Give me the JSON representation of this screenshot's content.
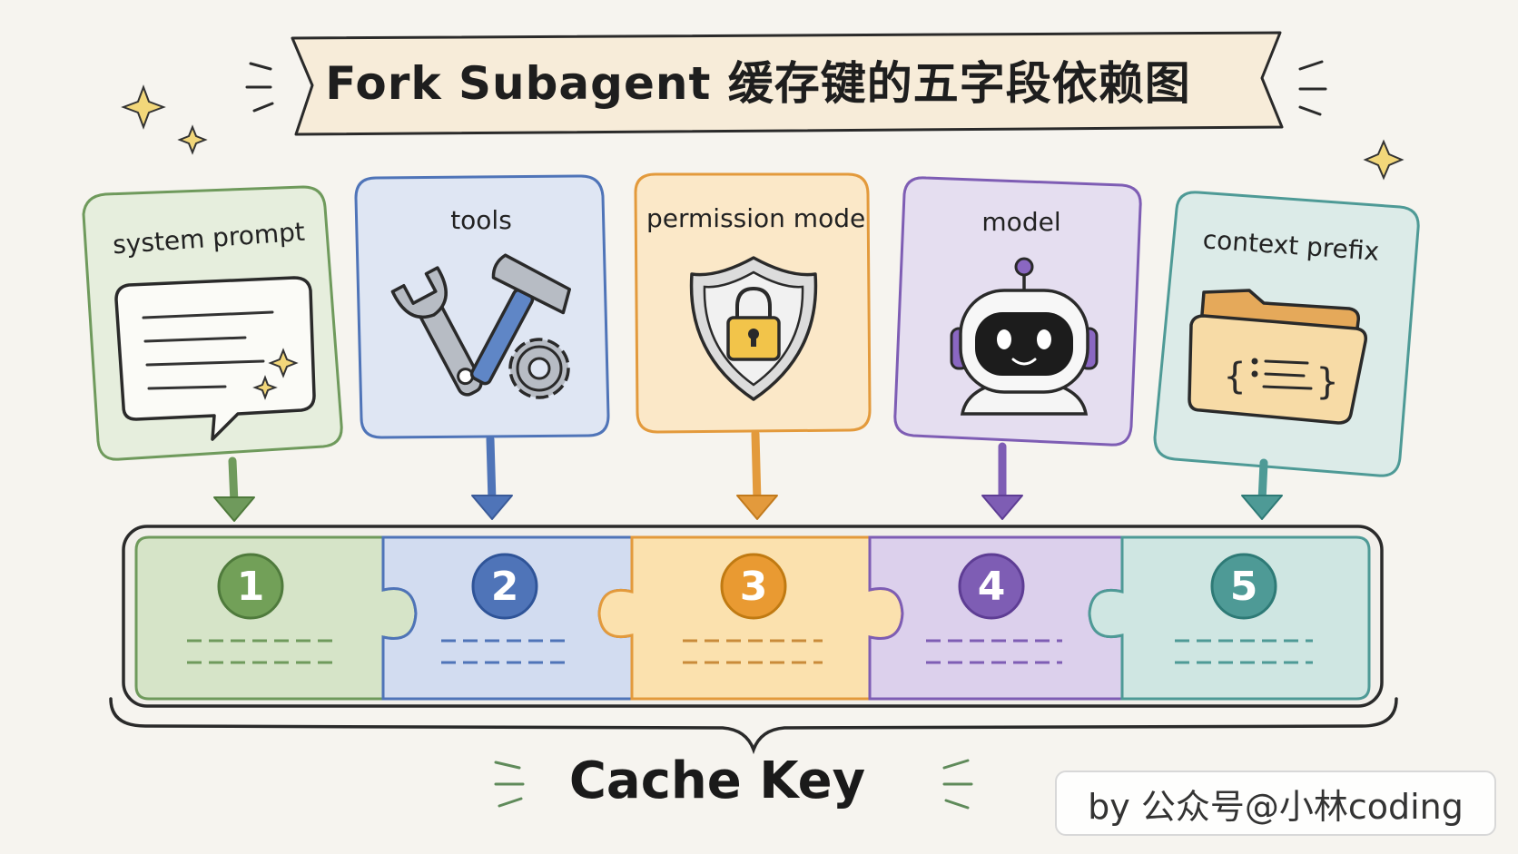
{
  "title": "Fork Subagent 缓存键的五字段依赖图",
  "fields": [
    {
      "label": "system prompt",
      "number": "1",
      "icon": "chat-bubble-icon",
      "color": "#6f9a5c",
      "fill": "#e6eedd"
    },
    {
      "label": "tools",
      "number": "2",
      "icon": "wrench-hammer-gear-icon",
      "color": "#4f74b8",
      "fill": "#dfe6f3"
    },
    {
      "label": "permission mode",
      "number": "3",
      "icon": "shield-lock-icon",
      "color": "#e39a3c",
      "fill": "#fbe8c8"
    },
    {
      "label": "model",
      "number": "4",
      "icon": "robot-icon",
      "color": "#7e5db4",
      "fill": "#e5def0"
    },
    {
      "label": "context prefix",
      "number": "5",
      "icon": "folder-code-icon",
      "color": "#4e9a96",
      "fill": "#dcebe8"
    }
  ],
  "cache_key_label": "Cache Key",
  "watermark": "by 公众号@小林coding"
}
